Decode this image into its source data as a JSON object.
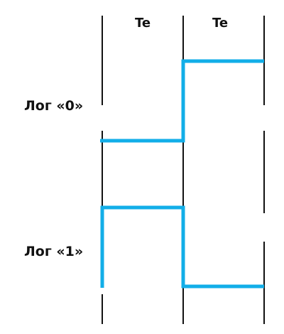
{
  "period_labels": [
    "Te",
    "Te"
  ],
  "level_labels": {
    "zero": "Лог «0»",
    "one": "Лог «1»"
  },
  "colors": {
    "signal": "#12aee8",
    "guide": "#111111",
    "text": "#111111"
  }
}
